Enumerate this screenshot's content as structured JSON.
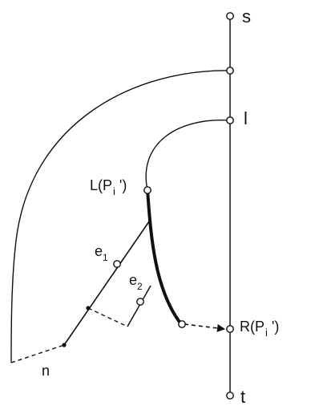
{
  "labels": {
    "s": "s",
    "l": "l",
    "lp_prefix": "L(P",
    "lp_sub": "i",
    "lp_suffix": " ')",
    "rp_prefix": "R(P",
    "rp_sub": "i",
    "rp_suffix": " ')",
    "t": "t",
    "e1_base": "e",
    "e1_sub": "1",
    "e2_base": "e",
    "e2_sub": "2",
    "n": "n"
  },
  "colors": {
    "ink": "#111111",
    "background": "#ffffff"
  }
}
